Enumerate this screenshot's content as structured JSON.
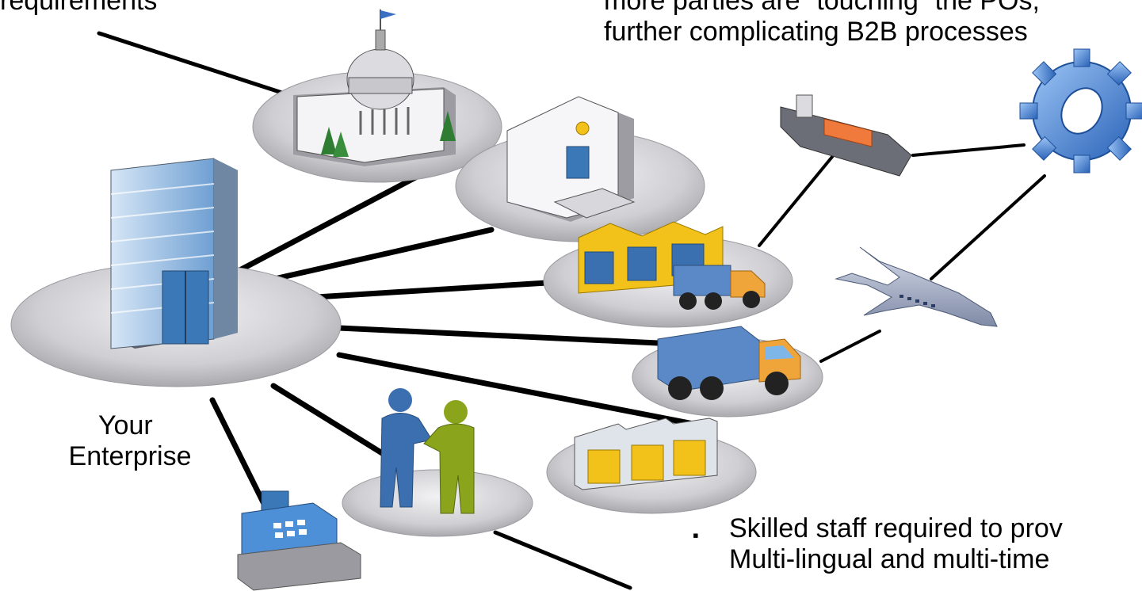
{
  "text": {
    "top_left": "requirements",
    "top_right_line1": "more parties are “touching” the POs,",
    "top_right_line2": "further complicating B2B processes",
    "enterprise_line1": "Your",
    "enterprise_line2": "Enterprise",
    "bottom_bullet": "▪",
    "bottom_line1": "Skilled staff required to prov",
    "bottom_line2": "Multi-lingual and multi-time"
  },
  "nodes": [
    {
      "name": "your-enterprise",
      "icon": "office-building-icon"
    },
    {
      "name": "government",
      "icon": "capitol-building-icon"
    },
    {
      "name": "bank",
      "icon": "bank-building-icon"
    },
    {
      "name": "warehouse-yellow",
      "icon": "warehouse-with-truck-icon"
    },
    {
      "name": "truck",
      "icon": "delivery-truck-icon"
    },
    {
      "name": "factory",
      "icon": "factory-icon"
    },
    {
      "name": "trading-partners",
      "icon": "handshake-people-icon"
    },
    {
      "name": "retail",
      "icon": "cash-register-icon"
    },
    {
      "name": "ship",
      "icon": "cargo-ship-icon"
    },
    {
      "name": "airplane",
      "icon": "airplane-icon"
    },
    {
      "name": "gear",
      "icon": "gear-icon"
    }
  ],
  "colors": {
    "line": "#000000",
    "platform": "#c9c9cc",
    "building_glass": "#8fb8e0",
    "truck_body": "#5b88c6",
    "truck_cab": "#f0a53a",
    "warehouse_yellow": "#f2c21b",
    "person_blue": "#3c6fb0",
    "person_green": "#8aa51c",
    "ship_cargo": "#f07a3c",
    "gear": "#4a84d4",
    "airplane": "#9aa7c0"
  }
}
